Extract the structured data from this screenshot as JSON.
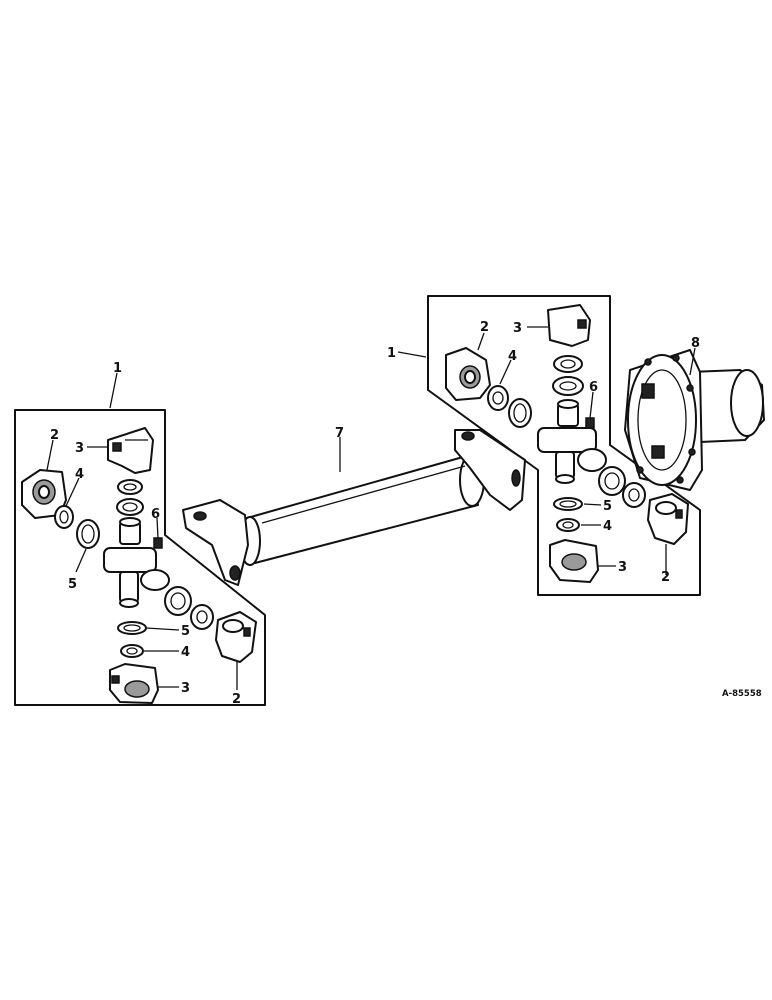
{
  "reference_code": "A-85558",
  "callouts": {
    "left_group": "1",
    "left_cap_top": "2",
    "left_bearing_cap_top": "3",
    "left_seal_top": "4",
    "left_retainer": "5",
    "left_fitting": "6",
    "left_retainer_lower": "5",
    "left_seal_lower": "4",
    "left_bearing_cap_lower": "3",
    "left_cap_lower": "2",
    "tube": "7",
    "right_group": "1",
    "right_cap_top": "2",
    "right_bearing_cap_top": "3",
    "right_seal_top": "4",
    "right_fitting": "6",
    "right_retainer_lower": "5",
    "right_seal_lower": "4",
    "right_bearing_cap_lower": "3",
    "right_cap_lower": "2",
    "flange": "8"
  }
}
